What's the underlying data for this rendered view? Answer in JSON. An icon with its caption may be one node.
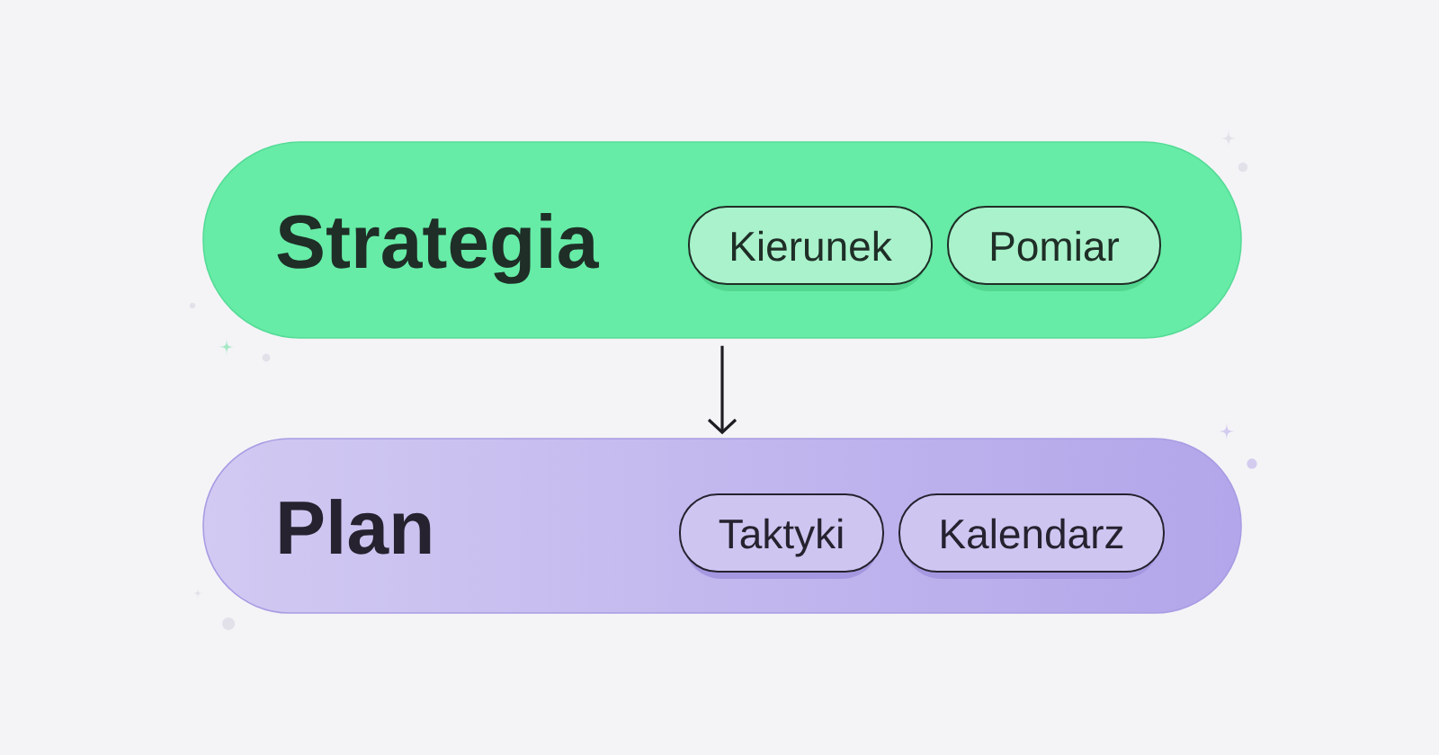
{
  "diagram": {
    "nodes": [
      {
        "text": [
          "Strategia"
        ]
      },
      {
        "text": [
          "Kierunek"
        ],
        "in": 0
      },
      {
        "text": [
          "Pomiar"
        ],
        "in": 0
      },
      {
        "text": [
          "Plan"
        ]
      },
      {
        "text": [
          "Taktyki"
        ],
        "in": 3
      },
      {
        "text": [
          "Kalendarz"
        ],
        "in": 3
      }
    ],
    "edges": [
      {
        "from": 0,
        "to": 3,
        "arrow": "to"
      }
    ]
  }
}
